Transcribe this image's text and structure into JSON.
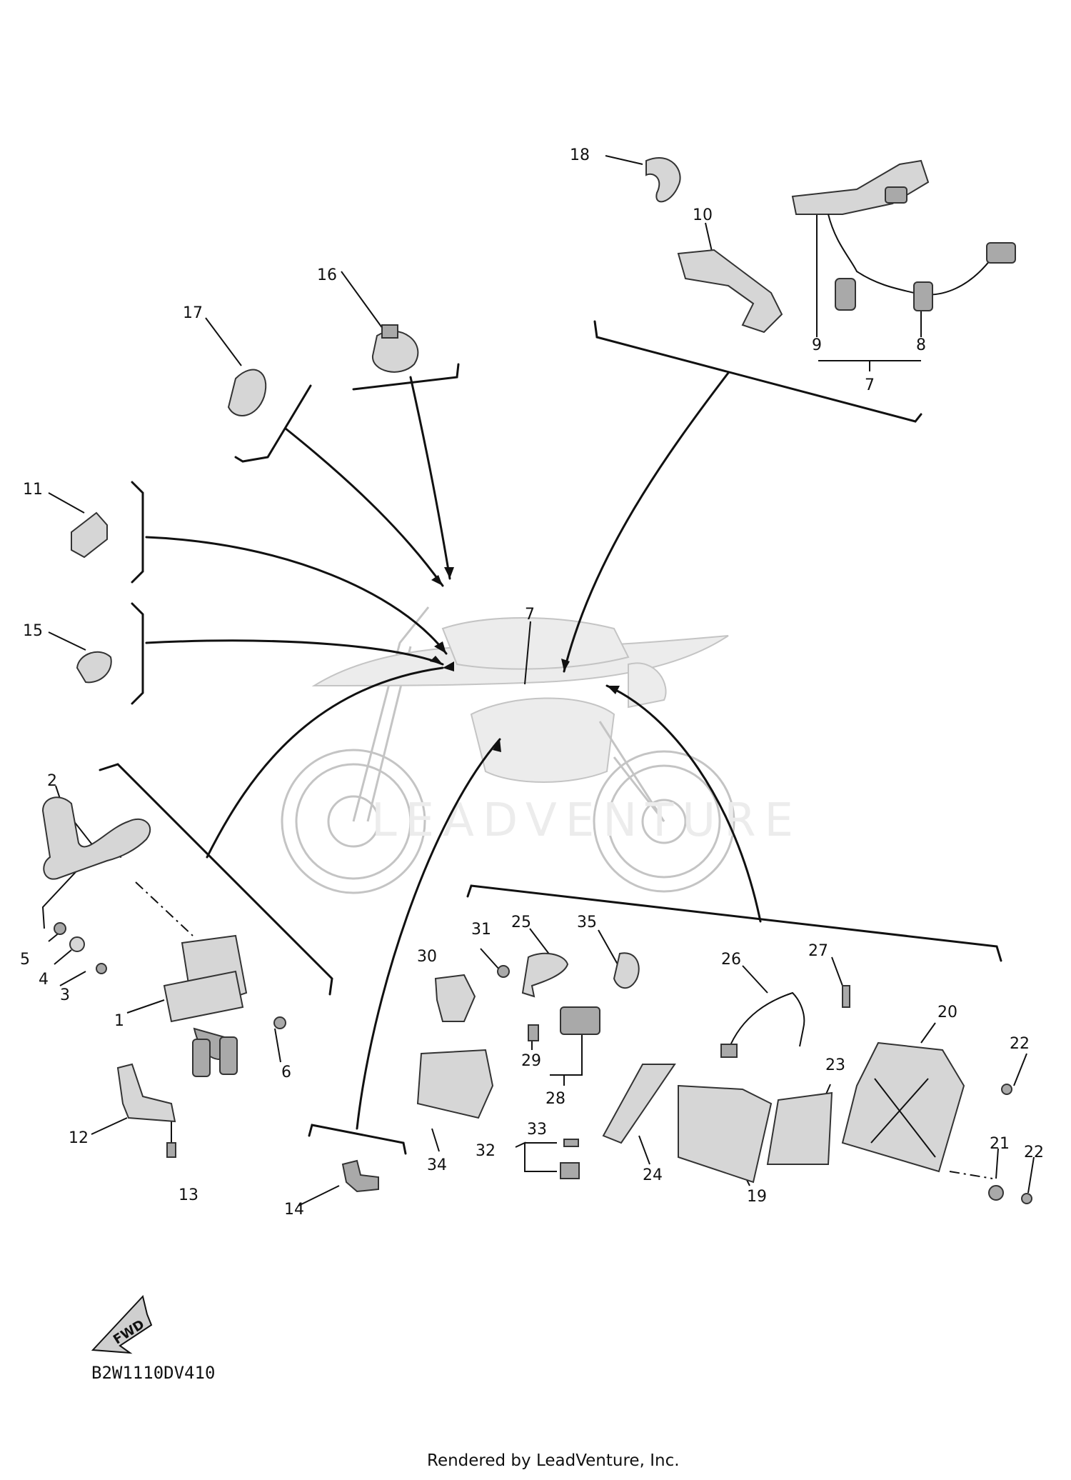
{
  "watermark": "LEADVENTURE",
  "fwd_label": "FWD",
  "diagram_code": "B2W1110DV410",
  "footer": "Rendered by LeadVenture, Inc.",
  "callouts": {
    "c1": "1",
    "c2": "2",
    "c3": "3",
    "c4": "4",
    "c5": "5",
    "c6": "6",
    "c7_bike": "7",
    "c7_group": "7",
    "c8": "8",
    "c9": "9",
    "c10": "10",
    "c11": "11",
    "c12": "12",
    "c13": "13",
    "c14": "14",
    "c15": "15",
    "c16": "16",
    "c17": "17",
    "c18": "18",
    "c19": "19",
    "c20": "20",
    "c21": "21",
    "c22a": "22",
    "c22b": "22",
    "c23": "23",
    "c24": "24",
    "c25": "25",
    "c26": "26",
    "c27": "27",
    "c28": "28",
    "c29": "29",
    "c30": "30",
    "c31": "31",
    "c32": "32",
    "c33": "33",
    "c34": "34",
    "c35": "35"
  }
}
